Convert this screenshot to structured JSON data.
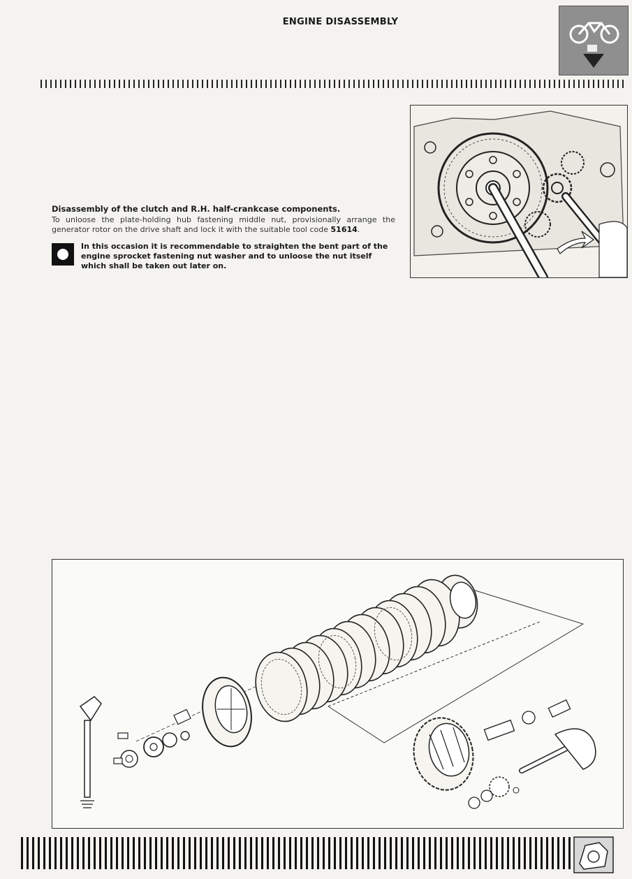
{
  "header": {
    "title": "ENGINE DISASSEMBLY"
  },
  "section": {
    "heading": "Disassembly of the clutch and R.H. half-crankcase components.",
    "body_before_code": "To unloose the plate-holding hub fastening middle nut, provisionally arrange the generator rotor on the drive shaft and lock it with the suitable tool code ",
    "tool_code": "51614",
    "body_after_code": "."
  },
  "note": {
    "text": "In this occasion it is recommendable to straighten the bent part of the engine sprocket fastening nut washer and to unloose the nut itself which shall be taken out later on."
  },
  "icons": {
    "corner": "motorcycle-disassembly-icon",
    "note": "warning-square-icon",
    "bottom": "engine-section-icon"
  },
  "colors": {
    "page": "#f4f3ef",
    "ink": "#1a1a1a",
    "icon_bg": "#8f8f8f"
  }
}
